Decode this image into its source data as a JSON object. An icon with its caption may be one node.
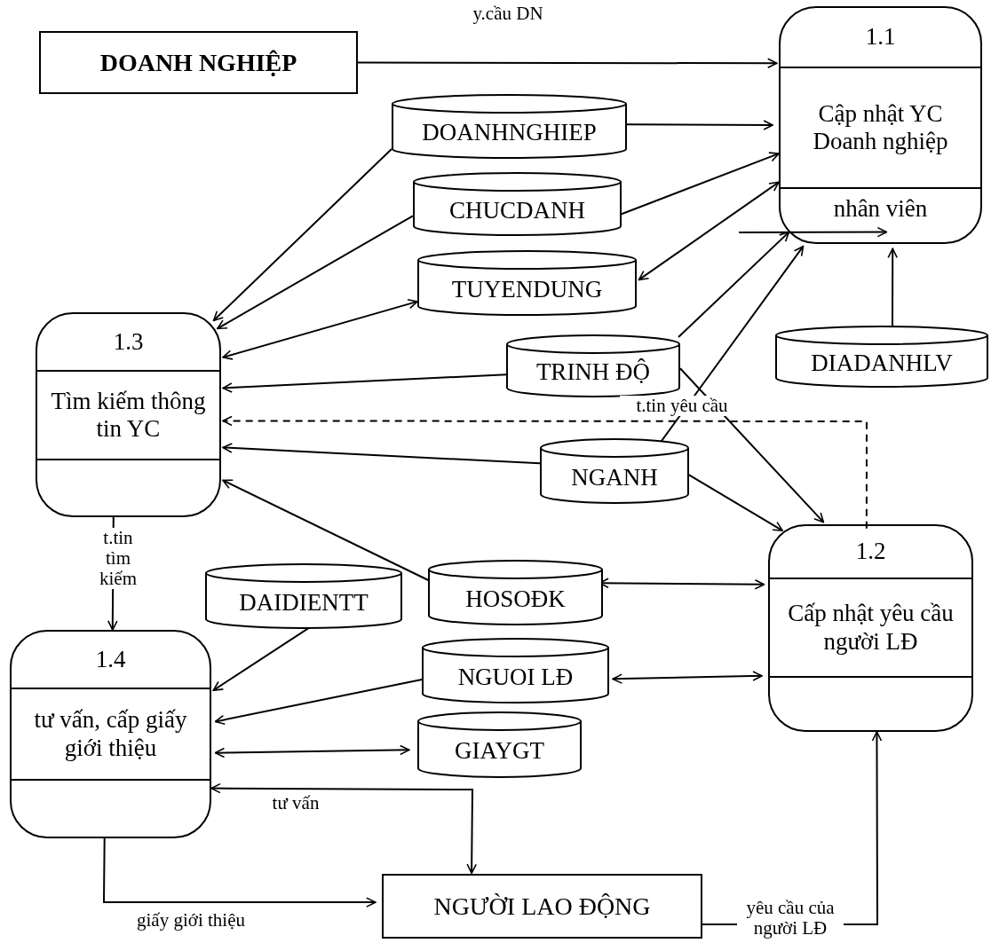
{
  "diagram": {
    "nodes": [
      {
        "text": [
          "DOANH NGHIỆP"
        ]
      },
      {
        "text": [
          "1.1",
          "Cập nhật YC Doanh nghiệp",
          "nhân viên"
        ]
      },
      {
        "text": [
          "DOANHNGHIEP"
        ]
      },
      {
        "text": [
          "CHUCDANH"
        ]
      },
      {
        "text": [
          "TUYENDUNG"
        ]
      },
      {
        "text": [
          "1.3",
          "Tìm kiếm thông tin YC"
        ]
      },
      {
        "text": [
          "TRINH ĐỘ"
        ]
      },
      {
        "text": [
          "DIADANHLV"
        ]
      },
      {
        "text": [
          "NGANH"
        ]
      },
      {
        "text": [
          "1.2",
          "Cấp nhật yêu cầu người LĐ"
        ]
      },
      {
        "text": [
          "DAIDIENTT"
        ]
      },
      {
        "text": [
          "HOSOĐK"
        ]
      },
      {
        "text": [
          "1.4",
          "tư vấn, cấp giấy giới thiệu"
        ]
      },
      {
        "text": [
          "NGUOI LĐ"
        ]
      },
      {
        "text": [
          "GIAYGT"
        ]
      },
      {
        "text": [
          "NGƯỜI LAO ĐỘNG"
        ]
      }
    ],
    "edges": [
      {
        "from": 0,
        "to": 1,
        "arrow": "to",
        "label": "y.cầu DN"
      },
      {
        "from": 2,
        "to": 1,
        "arrow": "to"
      },
      {
        "from": 3,
        "to": 1,
        "arrow": "to"
      },
      {
        "from": 1,
        "to": 4,
        "arrow": "both"
      },
      {
        "from": 2,
        "to": 5,
        "arrow": "to"
      },
      {
        "from": 3,
        "to": 5,
        "arrow": "to"
      },
      {
        "from": 4,
        "to": 5,
        "arrow": "both"
      },
      {
        "from": 6,
        "to": 5,
        "arrow": "to"
      },
      {
        "from": 6,
        "to": 1,
        "arrow": "to"
      },
      {
        "from": null,
        "to": 1,
        "arrow": "to"
      },
      {
        "from": 8,
        "to": 1,
        "arrow": "to"
      },
      {
        "from": 7,
        "to": 1,
        "arrow": "to"
      },
      {
        "from": 6,
        "to": 9,
        "arrow": "to"
      },
      {
        "from": 8,
        "to": 9,
        "arrow": "to"
      },
      {
        "from": 9,
        "to": 5,
        "arrow": "to",
        "label": "t.tin yêu cầu",
        "style": "dashed"
      },
      {
        "from": 8,
        "to": 5,
        "arrow": "to"
      },
      {
        "from": 11,
        "to": 5,
        "arrow": "to"
      },
      {
        "from": 5,
        "to": 12,
        "arrow": "to",
        "label": "t.tin tìm kiếm"
      },
      {
        "from": 11,
        "to": 9,
        "arrow": "both"
      },
      {
        "from": 10,
        "to": 12,
        "arrow": "to"
      },
      {
        "from": 13,
        "to": 12,
        "arrow": "to"
      },
      {
        "from": 12,
        "to": 14,
        "arrow": "both"
      },
      {
        "from": 13,
        "to": 9,
        "arrow": "both"
      },
      {
        "from": 15,
        "to": 12,
        "arrow": "both",
        "label": "tư vấn"
      },
      {
        "from": 12,
        "to": 15,
        "arrow": "to",
        "label": "giấy giới thiệu"
      },
      {
        "from": 15,
        "to": 9,
        "arrow": "to",
        "label": "yêu cầu của người LĐ"
      }
    ]
  }
}
